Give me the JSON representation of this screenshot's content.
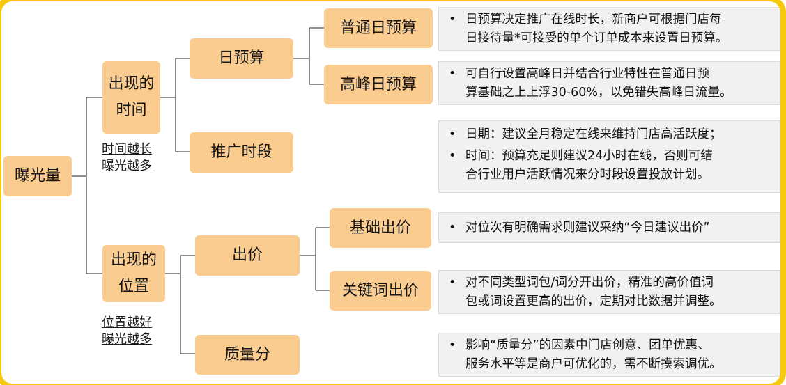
{
  "root": {
    "label": "曝光量"
  },
  "time_branch": {
    "label_line1": "出现的",
    "label_line2": "时间",
    "note_line1": "时间越长",
    "note_line2": "曝光越多",
    "daily_budget": {
      "label": "日预算",
      "normal": {
        "label": "普通日预算",
        "desc": [
          "日预算决定推广在线时长，新商户可根据门店每",
          "日接待量*可接受的单个订单成本来设置日预算。"
        ]
      },
      "peak": {
        "label": "高峰日预算",
        "desc": [
          "可自行设置高峰日并结合行业特性在普通日预",
          "算基础之上上浮30-60%，以免错失高峰日流量。"
        ]
      }
    },
    "period": {
      "label": "推广时段",
      "desc_date": "日期：建议全月稳定在线来维持门店高活跃度；",
      "desc_time": [
        "时间：预算充足则建议24小时在线，否则可结",
        "合行业用户活跃情况来分时段设置投放计划。"
      ]
    }
  },
  "position_branch": {
    "label_line1": "出现的",
    "label_line2": "位置",
    "note_line1": "位置越好",
    "note_line2": "曝光越多",
    "bid": {
      "label": "出价",
      "base": {
        "label": "基础出价",
        "desc": "对位次有明确需求则建议采纳“今日建议出价”"
      },
      "keyword": {
        "label": "关键词出价",
        "desc": [
          "对不同类型词包/词分开出价，精准的高价值词",
          "包或词设置更高的出价，定期对比数据并调整。"
        ]
      }
    },
    "quality": {
      "label": "质量分",
      "desc": [
        "影响“质量分”的因素中门店创意、团单优惠、",
        "服务水平等是商户可优化的，需不断摸索调优。"
      ]
    }
  },
  "colors": {
    "node_fill": "#fbcc8f",
    "desc_fill": "#f1f1f1",
    "connector": "#6b6b6b",
    "frame": "#f7c90d"
  }
}
